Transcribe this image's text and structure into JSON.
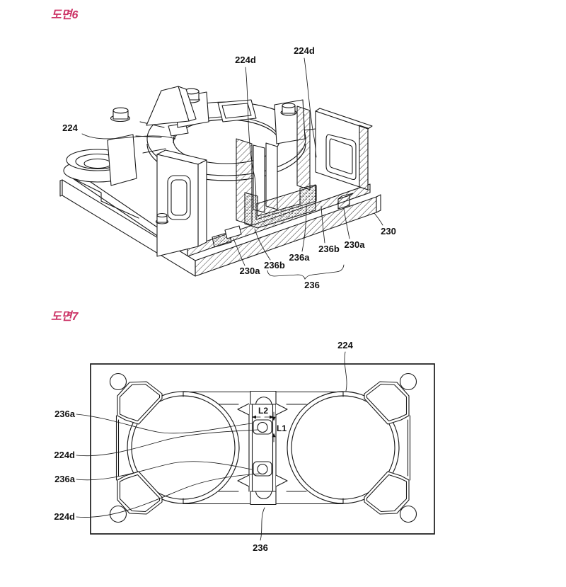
{
  "page": {
    "background": "#ffffff",
    "line_color": "#1a1a1a",
    "accent_color": "#cc3366"
  },
  "figure6": {
    "title": "도면6",
    "labels": {
      "l224d_a": "224d",
      "l224d_b": "224d",
      "l224": "224",
      "l230": "230",
      "l230a_right": "230a",
      "l236b_right": "236b",
      "l236a": "236a",
      "l236b_left": "236b",
      "l230a_left": "230a",
      "l236": "236"
    }
  },
  "figure7": {
    "title": "도면7",
    "labels": {
      "l236a_top": "236a",
      "l224d_top": "224d",
      "l236a_bottom": "236a",
      "l224d_bottom": "224d",
      "l224": "224",
      "l236": "236",
      "dim_l2": "L2",
      "dim_l1": "L1"
    }
  }
}
